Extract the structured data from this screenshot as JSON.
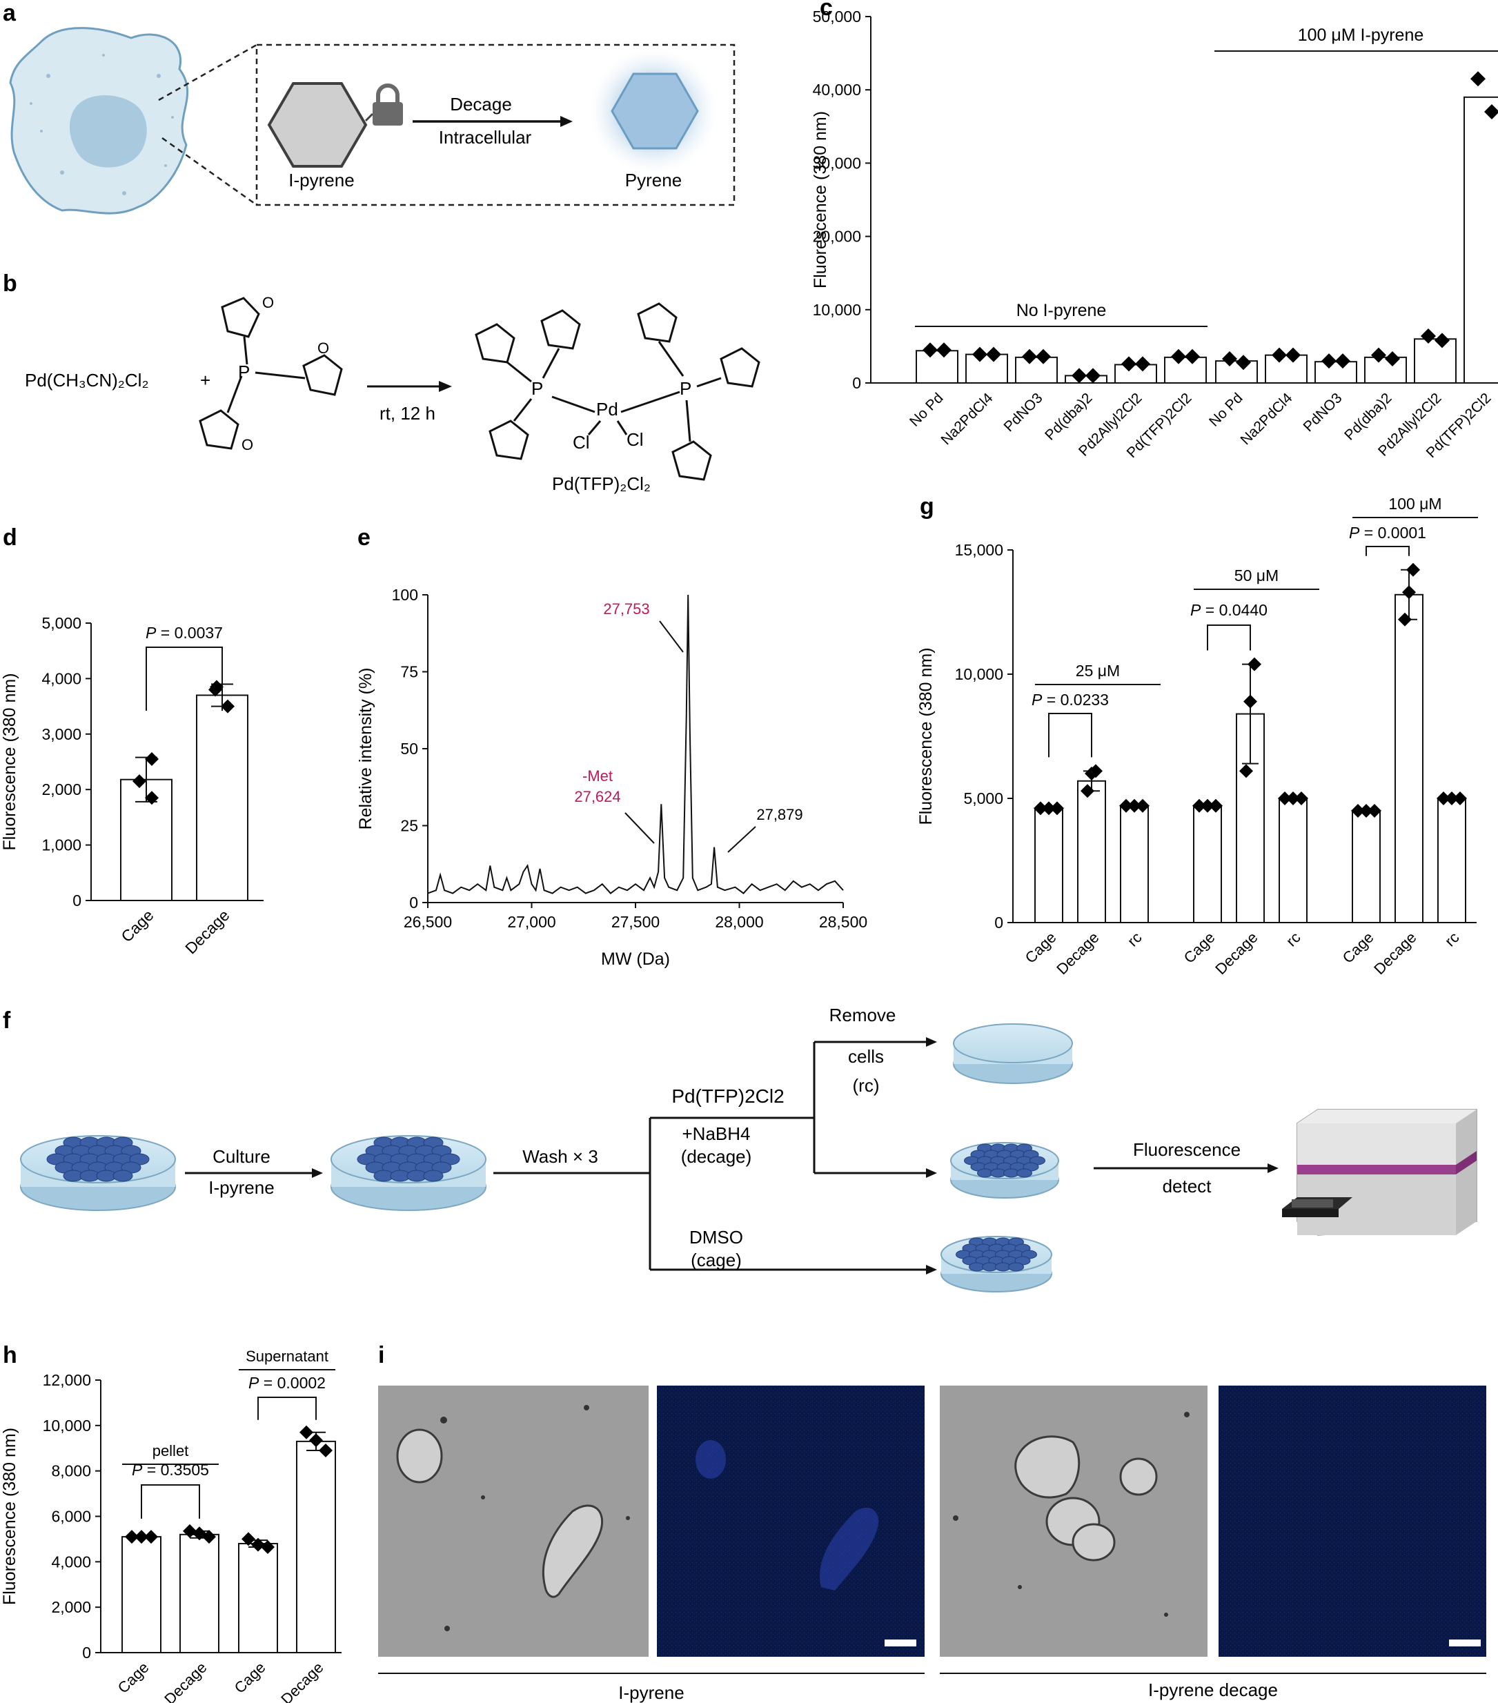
{
  "panels": {
    "a": {
      "label": "a",
      "caged_name": "I-pyrene",
      "arrow_top": "Decage",
      "arrow_bottom": "Intracellular",
      "product_name": "Pyrene"
    },
    "b": {
      "label": "b",
      "reactant": "Pd(CH₃CN)₂Cl₂",
      "plus": "+",
      "conditions": "rt, 12 h",
      "product": "Pd(TFP)₂Cl₂",
      "atom_p": "P",
      "atom_o": "O",
      "atom_pd": "Pd",
      "atom_cl": "Cl"
    },
    "f": {
      "label": "f",
      "culture": "Culture",
      "ipyrene": "I-pyrene",
      "wash": "Wash × 3",
      "pd_reagent": "Pd(TFP)2Cl2",
      "remove": "Remove",
      "cells": "cells",
      "rc": "(rc)",
      "nabh4": "+NaBH4",
      "decage": "(decage)",
      "dmso": "DMSO",
      "cage": "(cage)",
      "fluorescence": "Fluorescence",
      "detect": "detect"
    },
    "i": {
      "label": "i",
      "group1": "I-pyrene",
      "group2": "I-pyrene decage"
    }
  },
  "chart_data": [
    {
      "id": "c",
      "label": "c",
      "type": "bar",
      "ylabel": "Fluorescence (380 nm)",
      "ylim": [
        0,
        50000
      ],
      "yticks": [
        0,
        10000,
        20000,
        30000,
        40000,
        50000
      ],
      "ytick_labels": [
        "0",
        "10,000",
        "20,000",
        "30,000",
        "40,000",
        "50,000"
      ],
      "groups": [
        {
          "label": "No I-pyrene",
          "categories": [
            "No Pd",
            "Na2PdCl4",
            "PdNO3",
            "Pd(dba)2",
            "Pd2Allyl2Cl2",
            "Pd(TFP)2Cl2"
          ],
          "values": [
            4400,
            3900,
            3500,
            1000,
            2500,
            3500
          ],
          "points": [
            [
              4500,
              4500
            ],
            [
              3900,
              3900
            ],
            [
              3600,
              3600
            ],
            [
              1000,
              1000
            ],
            [
              2600,
              2600
            ],
            [
              3600,
              3600
            ]
          ]
        },
        {
          "label": "100 μM I-pyrene",
          "categories": [
            "No Pd",
            "Na2PdCl4",
            "PdNO3",
            "Pd(dba)2",
            "Pd2Allyl2Cl2",
            "Pd(TFP)2Cl2"
          ],
          "values": [
            3000,
            3800,
            2900,
            3500,
            6000,
            39000
          ],
          "points": [
            [
              3300,
              2800
            ],
            [
              3800,
              3800
            ],
            [
              3000,
              3000
            ],
            [
              3800,
              3300
            ],
            [
              6400,
              5800
            ],
            [
              41500,
              37000
            ]
          ]
        }
      ]
    },
    {
      "id": "d",
      "label": "d",
      "type": "bar",
      "ylabel": "Fluorescence (380 nm)",
      "ylim": [
        0,
        5000
      ],
      "yticks": [
        0,
        1000,
        2000,
        3000,
        4000,
        5000
      ],
      "ytick_labels": [
        "0",
        "1,000",
        "2,000",
        "3,000",
        "4,000",
        "5,000"
      ],
      "categories": [
        "Cage",
        "Decage"
      ],
      "values": [
        2180,
        3700
      ],
      "errors": [
        400,
        200
      ],
      "points": [
        [
          2550,
          2150,
          1850
        ],
        [
          3850,
          3800,
          3500
        ]
      ],
      "comparison": {
        "text": "P = 0.0037"
      }
    },
    {
      "id": "e",
      "label": "e",
      "type": "line",
      "xlabel": "MW (Da)",
      "ylabel": "Relative intensity (%)",
      "xlim": [
        26500,
        28500
      ],
      "ylim": [
        0,
        100
      ],
      "xticks": [
        26500,
        27000,
        27500,
        28000,
        28500
      ],
      "xtick_labels": [
        "26,500",
        "27,000",
        "27,500",
        "28,000",
        "28,500"
      ],
      "yticks": [
        0,
        25,
        50,
        75,
        100
      ],
      "ytick_labels": [
        "0",
        "25",
        "50",
        "75",
        "100"
      ],
      "peaks": [
        {
          "x": 27753,
          "y": 100,
          "label": "27,753"
        },
        {
          "x": 27624,
          "y": 32,
          "label": "27,624",
          "note": "-Met"
        },
        {
          "x": 27879,
          "y": 18,
          "label": "27,879"
        }
      ],
      "baseline": [
        [
          26500,
          3
        ],
        [
          26540,
          4
        ],
        [
          26560,
          9
        ],
        [
          26580,
          4
        ],
        [
          26620,
          3
        ],
        [
          26660,
          5
        ],
        [
          26700,
          4
        ],
        [
          26740,
          6
        ],
        [
          26780,
          4
        ],
        [
          26800,
          12
        ],
        [
          26820,
          5
        ],
        [
          26860,
          4
        ],
        [
          26880,
          8
        ],
        [
          26900,
          4
        ],
        [
          26940,
          6
        ],
        [
          26960,
          10
        ],
        [
          26980,
          12
        ],
        [
          27000,
          6
        ],
        [
          27020,
          4
        ],
        [
          27040,
          11
        ],
        [
          27060,
          4
        ],
        [
          27100,
          3
        ],
        [
          27140,
          5
        ],
        [
          27180,
          4
        ],
        [
          27220,
          5
        ],
        [
          27260,
          3
        ],
        [
          27300,
          4
        ],
        [
          27340,
          6
        ],
        [
          27380,
          3
        ],
        [
          27420,
          5
        ],
        [
          27460,
          4
        ],
        [
          27500,
          6
        ],
        [
          27540,
          4
        ],
        [
          27570,
          8
        ],
        [
          27590,
          5
        ],
        [
          27610,
          10
        ],
        [
          27624,
          32
        ],
        [
          27640,
          8
        ],
        [
          27660,
          5
        ],
        [
          27700,
          4
        ],
        [
          27730,
          8
        ],
        [
          27745,
          60
        ],
        [
          27753,
          100
        ],
        [
          27762,
          55
        ],
        [
          27775,
          8
        ],
        [
          27800,
          4
        ],
        [
          27840,
          5
        ],
        [
          27865,
          6
        ],
        [
          27879,
          18
        ],
        [
          27895,
          5
        ],
        [
          27930,
          4
        ],
        [
          27980,
          5
        ],
        [
          28020,
          3
        ],
        [
          28060,
          6
        ],
        [
          28100,
          4
        ],
        [
          28140,
          5
        ],
        [
          28180,
          6
        ],
        [
          28220,
          4
        ],
        [
          28260,
          7
        ],
        [
          28300,
          5
        ],
        [
          28340,
          6
        ],
        [
          28380,
          4
        ],
        [
          28420,
          6
        ],
        [
          28460,
          7
        ],
        [
          28500,
          4
        ]
      ]
    },
    {
      "id": "g",
      "label": "g",
      "type": "bar",
      "ylabel": "Fluorescence (380 nm)",
      "ylim": [
        0,
        15000
      ],
      "yticks": [
        0,
        5000,
        10000,
        15000
      ],
      "ytick_labels": [
        "0",
        "5,000",
        "10,000",
        "15,000"
      ],
      "groups": [
        {
          "label": "25 μM",
          "p": "P = 0.0233",
          "categories": [
            "Cage",
            "Decage",
            "rc"
          ],
          "values": [
            4600,
            5700,
            4700
          ],
          "errors": [
            0,
            400,
            0
          ],
          "points": [
            [
              4600,
              4600,
              4600
            ],
            [
              6100,
              6000,
              5300
            ],
            [
              4700,
              4700,
              4700
            ]
          ]
        },
        {
          "label": "50 μM",
          "p": "P = 0.0440",
          "categories": [
            "Cage",
            "Decage",
            "rc"
          ],
          "values": [
            4700,
            8400,
            5000
          ],
          "errors": [
            0,
            2000,
            0
          ],
          "points": [
            [
              4700,
              4700,
              4700
            ],
            [
              10400,
              8900,
              6100
            ],
            [
              5000,
              5000,
              5000
            ]
          ]
        },
        {
          "label": "100 μM",
          "p": "P = 0.0001",
          "categories": [
            "Cage",
            "Decage",
            "rc"
          ],
          "values": [
            4500,
            13200,
            5000
          ],
          "errors": [
            0,
            1000,
            0
          ],
          "points": [
            [
              4500,
              4500,
              4500
            ],
            [
              14200,
              13300,
              12200
            ],
            [
              5000,
              5000,
              5000
            ]
          ]
        }
      ]
    },
    {
      "id": "h",
      "label": "h",
      "type": "bar",
      "ylabel": "Fluorescence (380 nm)",
      "ylim": [
        0,
        12000
      ],
      "yticks": [
        0,
        2000,
        4000,
        6000,
        8000,
        10000,
        12000
      ],
      "ytick_labels": [
        "0",
        "2,000",
        "4,000",
        "6,000",
        "8,000",
        "10,000",
        "12,000"
      ],
      "groups": [
        {
          "label": "pellet",
          "p": "P = 0.3505",
          "categories": [
            "Cage",
            "Decage"
          ],
          "values": [
            5100,
            5200
          ],
          "errors": [
            0,
            150
          ],
          "points": [
            [
              5100,
              5100,
              5100
            ],
            [
              5350,
              5250,
              5100
            ]
          ]
        },
        {
          "label": "Supernatant",
          "p": "P = 0.0002",
          "categories": [
            "Cage",
            "Decage"
          ],
          "values": [
            4800,
            9300
          ],
          "errors": [
            150,
            400
          ],
          "points": [
            [
              5000,
              4750,
              4650
            ],
            [
              9700,
              9350,
              8900
            ]
          ]
        }
      ]
    }
  ]
}
